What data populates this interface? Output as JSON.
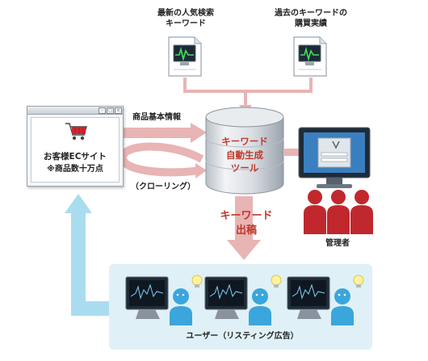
{
  "sources": [
    {
      "label": "最新の人気検索\nキーワード",
      "line1": "最新の人気検索",
      "line2": "キーワード"
    },
    {
      "label": "過去のキーワードの\n購買実績",
      "line1": "過去のキーワードの",
      "line2": "購買実績"
    }
  ],
  "ec_site": {
    "name": "お客様ECサイト",
    "note": "※商品数十万点"
  },
  "flow": {
    "product_info": "商品基本情報",
    "crawling": "（クローリング）"
  },
  "tool": {
    "line1": "キーワード",
    "line2": "自動生成",
    "line3": "ツール"
  },
  "output": {
    "line1": "キーワード",
    "line2": "出稿"
  },
  "admin": {
    "label": "管理者"
  },
  "users": {
    "label": "ユーザー（リスティング広告）"
  },
  "colors": {
    "arrow_pink": "#e8b4b4",
    "arrow_red": "#c94a4a",
    "arrow_blue": "#aadcf0",
    "tool_text": "#c0392b",
    "person_red": "#c0282d",
    "user_blue": "#3aa6dc",
    "panel_blue": "#dff0f7"
  }
}
